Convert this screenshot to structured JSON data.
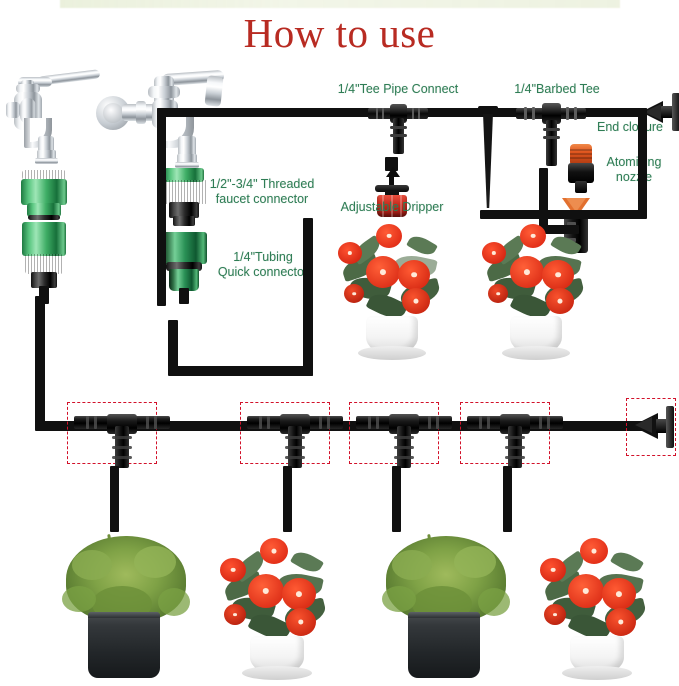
{
  "page": {
    "title": "How to use",
    "title_color": "#b82b22",
    "background": "#ffffff",
    "label_color": "#2f7d55",
    "highlight_box_color": "#d2112a",
    "watermark_text": ""
  },
  "labels": {
    "tee_pipe_connect": "1/4\"Tee Pipe Connect",
    "barbed_tee": "1/4\"Barbed Tee",
    "end_closure": "End closure",
    "atomizing_nozzle": "Atomizing\nnozzle",
    "adjustable_dripper": "Adjustable Dripper",
    "threaded_faucet_connector": "1/2\"-3/4\" Threaded\nfaucet connector",
    "tubing_quick_connector": "1/4\"Tubing\nQuick connector"
  },
  "components": {
    "faucet_left": "chrome-pillar-faucet",
    "faucet_right": "chrome-wall-faucet",
    "connector_green_light": "#4fbf79",
    "connector_green_dark": "#1d7a43",
    "connector_black": "#1a1a1a",
    "dripper_color": "#c62a1c",
    "nozzle_color": "#e0561f",
    "tubing_color": "#101010"
  },
  "manifold": {
    "tee_count": 4,
    "has_end_closure": true
  },
  "plants": {
    "upper_row": [
      "red-impatiens-white-pot",
      "red-impatiens-white-pot"
    ],
    "lower_row": [
      "green-herb-dark-pot",
      "red-impatiens-white-pot",
      "green-herb-dark-pot",
      "red-impatiens-white-pot"
    ]
  }
}
